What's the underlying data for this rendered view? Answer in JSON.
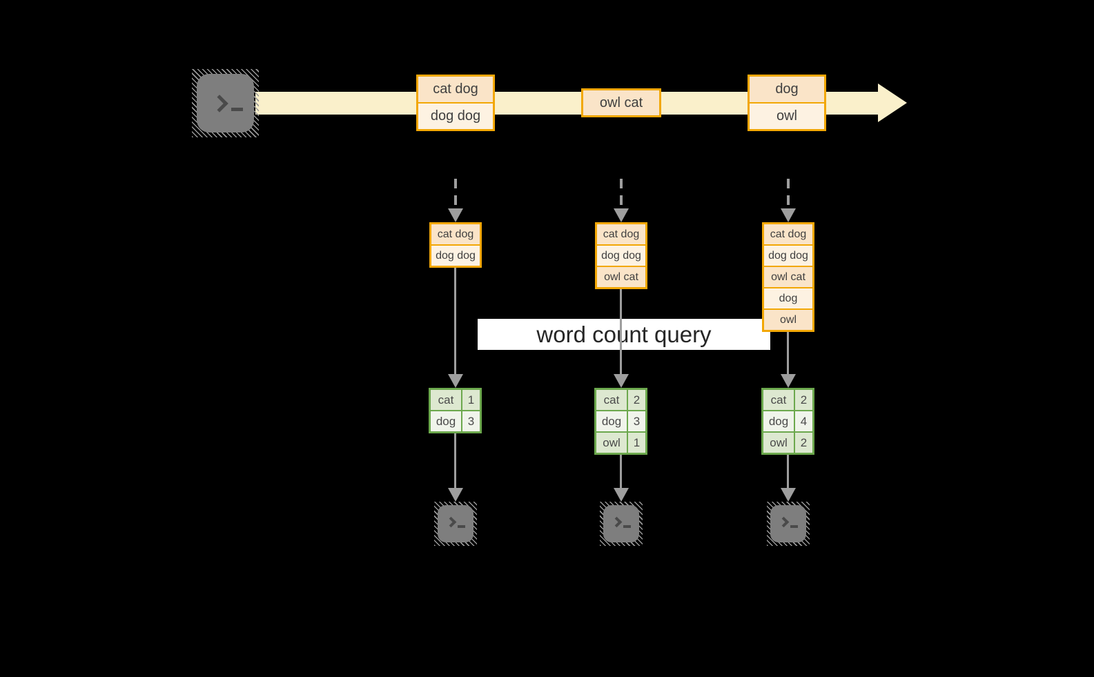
{
  "labels": {
    "query": "word count query"
  },
  "colors": {
    "background": "#000000",
    "stream_band": "#FAF0CB",
    "message_border": "#F2A705",
    "message_fill_dark": "#FAE4C8",
    "message_fill_light": "#FDF2E2",
    "table_border": "#6CA84D",
    "table_fill_dark": "#DDE8D0",
    "table_fill_light": "#F0F4EB",
    "arrow_gray": "#9E9E9E",
    "terminal_gray": "#7E7E7E"
  },
  "icons": {
    "source": "terminal-icon",
    "sinks": [
      "terminal-icon",
      "terminal-icon",
      "terminal-icon"
    ]
  },
  "stream_messages": [
    {
      "lines": [
        "cat dog",
        "dog dog"
      ]
    },
    {
      "lines": [
        "owl cat"
      ]
    },
    {
      "lines": [
        "dog",
        "owl"
      ]
    }
  ],
  "workers": [
    {
      "received": [
        "cat dog",
        "dog dog"
      ],
      "counts": [
        {
          "word": "cat",
          "value": "1"
        },
        {
          "word": "dog",
          "value": "3"
        }
      ]
    },
    {
      "received": [
        "cat dog",
        "dog dog",
        "owl cat"
      ],
      "counts": [
        {
          "word": "cat",
          "value": "2"
        },
        {
          "word": "dog",
          "value": "3"
        },
        {
          "word": "owl",
          "value": "1"
        }
      ]
    },
    {
      "received": [
        "cat dog",
        "dog dog",
        "owl cat",
        "dog",
        "owl"
      ],
      "counts": [
        {
          "word": "cat",
          "value": "2"
        },
        {
          "word": "dog",
          "value": "4"
        },
        {
          "word": "owl",
          "value": "2"
        }
      ]
    }
  ]
}
